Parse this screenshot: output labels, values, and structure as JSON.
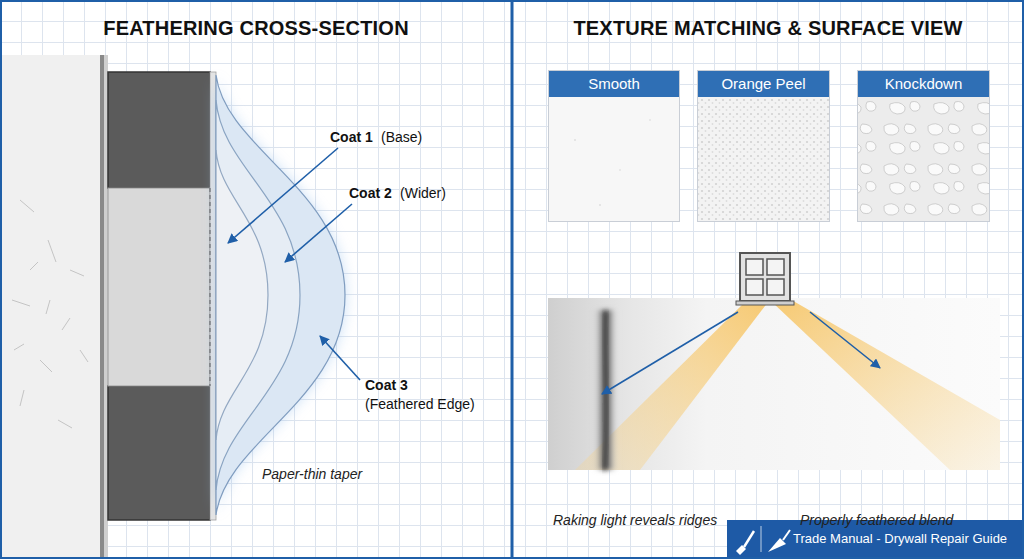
{
  "diagram": {
    "nodes": [
      {
        "text": [
          "FEATHERING CROSS-SECTION"
        ]
      },
      {
        "text": [
          "TEXTURE MATCHING & SURFACE VIEW"
        ]
      },
      {
        "text": [
          "Smooth"
        ],
        "in": 1
      },
      {
        "text": [
          "Orange Peel"
        ],
        "in": 1
      },
      {
        "text": [
          "Knockdown"
        ],
        "in": 1
      },
      {
        "text": [
          "Trade Manual - Drywall Repair Guide"
        ],
        "in": 1
      }
    ],
    "labels": [
      "Coat 1",
      "(Base)",
      "Coat 2",
      "(Wider)",
      "Coat 3",
      "(Feathered Edge)",
      "Paper-thin taper",
      "Raking light reveals ridges",
      "Properly feathered blend"
    ]
  }
}
